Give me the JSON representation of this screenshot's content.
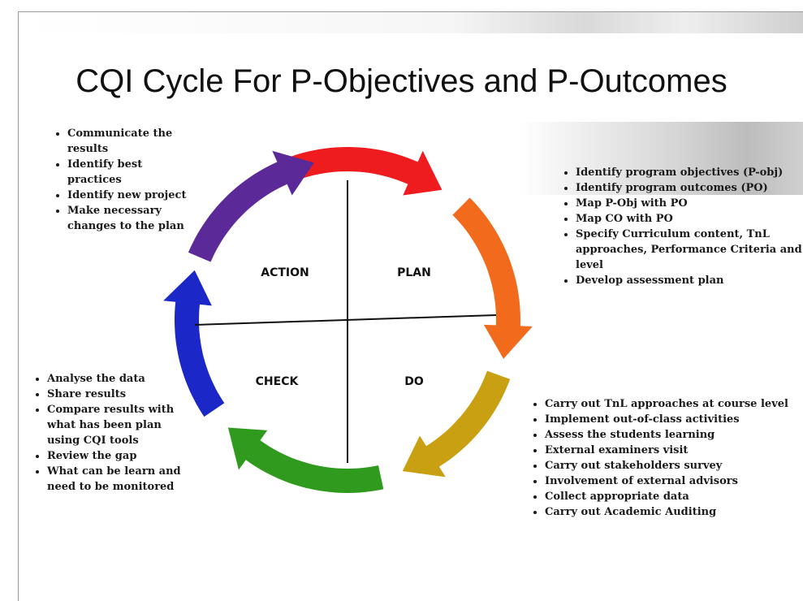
{
  "title": "CQI Cycle For P-Objectives and P-Outcomes",
  "quadrants": {
    "action": "ACTION",
    "plan": "PLAN",
    "check": "CHECK",
    "do": "DO"
  },
  "arrow_colors": {
    "red": "#ee1b1f",
    "orange": "#f26a1c",
    "olive": "#c8a012",
    "green": "#2f9a1e",
    "blue": "#1b27c6",
    "purple": "#5b2a98"
  },
  "action_items": [
    "Communicate the results",
    "Identify best practices",
    "Identify new project",
    "Make necessary changes to the plan"
  ],
  "plan_items": [
    "Identify program objectives (P-obj)",
    "Identify program outcomes (PO)",
    "Map P-Obj with PO",
    "Map CO with PO",
    "Specify Curriculum content, TnL approaches, Performance Criteria and level",
    "Develop assessment plan"
  ],
  "check_items": [
    "Analyse the data",
    "Share results",
    "Compare results with what has been plan using CQI tools",
    "Review the gap",
    "What can be learn and need to be monitored"
  ],
  "do_items": [
    "Carry out TnL approaches at course level",
    "Implement out-of-class activities",
    "Assess the students learning",
    "External examiners visit",
    "Carry out stakeholders survey",
    " Involvement of external advisors",
    "Collect appropriate data",
    "Carry out Academic Auditing"
  ]
}
